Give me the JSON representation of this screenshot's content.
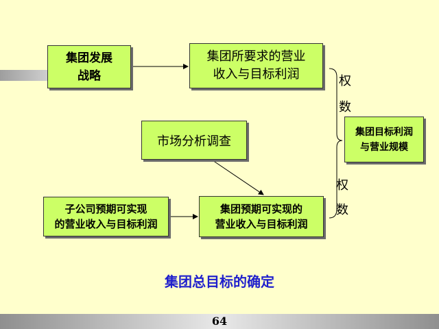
{
  "boxes": {
    "group_strategy": "集团发展\n战略",
    "group_required_revenue": "集团所要求的营业\n收入与目标利润",
    "market_analysis": "市场分析调查",
    "subsidiary_expected": "子公司预期可实现\n的营业收入与目标利润",
    "group_expected": "集团预期可实现的\n营业收入与目标利润",
    "target_profit_scale": "集团目标利润\n与营业规模"
  },
  "weight_labels": {
    "upper_1": "权",
    "upper_2": "数",
    "lower_1": "权",
    "lower_2": "数"
  },
  "title": "集团总目标的确定",
  "page_number": "64",
  "colors": {
    "background": "#FFFFCC",
    "box_fill": "#CCFF66",
    "title": "#1F1FCC"
  }
}
